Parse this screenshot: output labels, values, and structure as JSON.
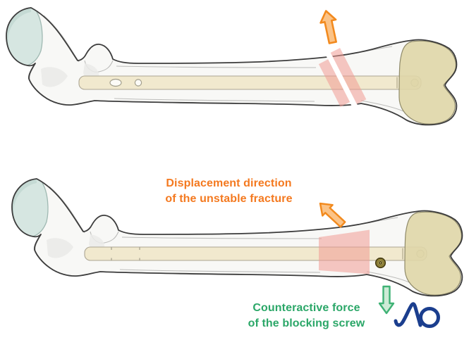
{
  "labels": {
    "displacement": {
      "line1": "Displacement direction",
      "line2": "of the unstable fracture",
      "color": "#F4791F"
    },
    "counteractive": {
      "line1": "Counteractive force",
      "line2": "of the blocking screw",
      "color": "#2BA768"
    }
  },
  "logo": {
    "text": "AO",
    "color": "#1B3E8E"
  },
  "icons": {
    "displacement_arrow_top": "block-arrow-up",
    "displacement_arrow_bottom": "block-arrow-up-left",
    "counteractive_arrow": "block-arrow-down",
    "blocking_screw": "screw-head"
  },
  "colors": {
    "arrow_orange_fill": "#FBC387",
    "arrow_orange_stroke": "#F28A1E",
    "arrow_green_fill": "#CDEBD6",
    "arrow_green_stroke": "#3FB275",
    "fracture_pink": "#F19B93",
    "bone_fill": "#F8F8F6",
    "bone_outline": "#3C3C3C",
    "femoral_head_teal": "#D6E6E1",
    "nail_beige": "#F1E9CE",
    "condyle_tan": "#DFD6A9",
    "screw_olive": "#A59642"
  }
}
